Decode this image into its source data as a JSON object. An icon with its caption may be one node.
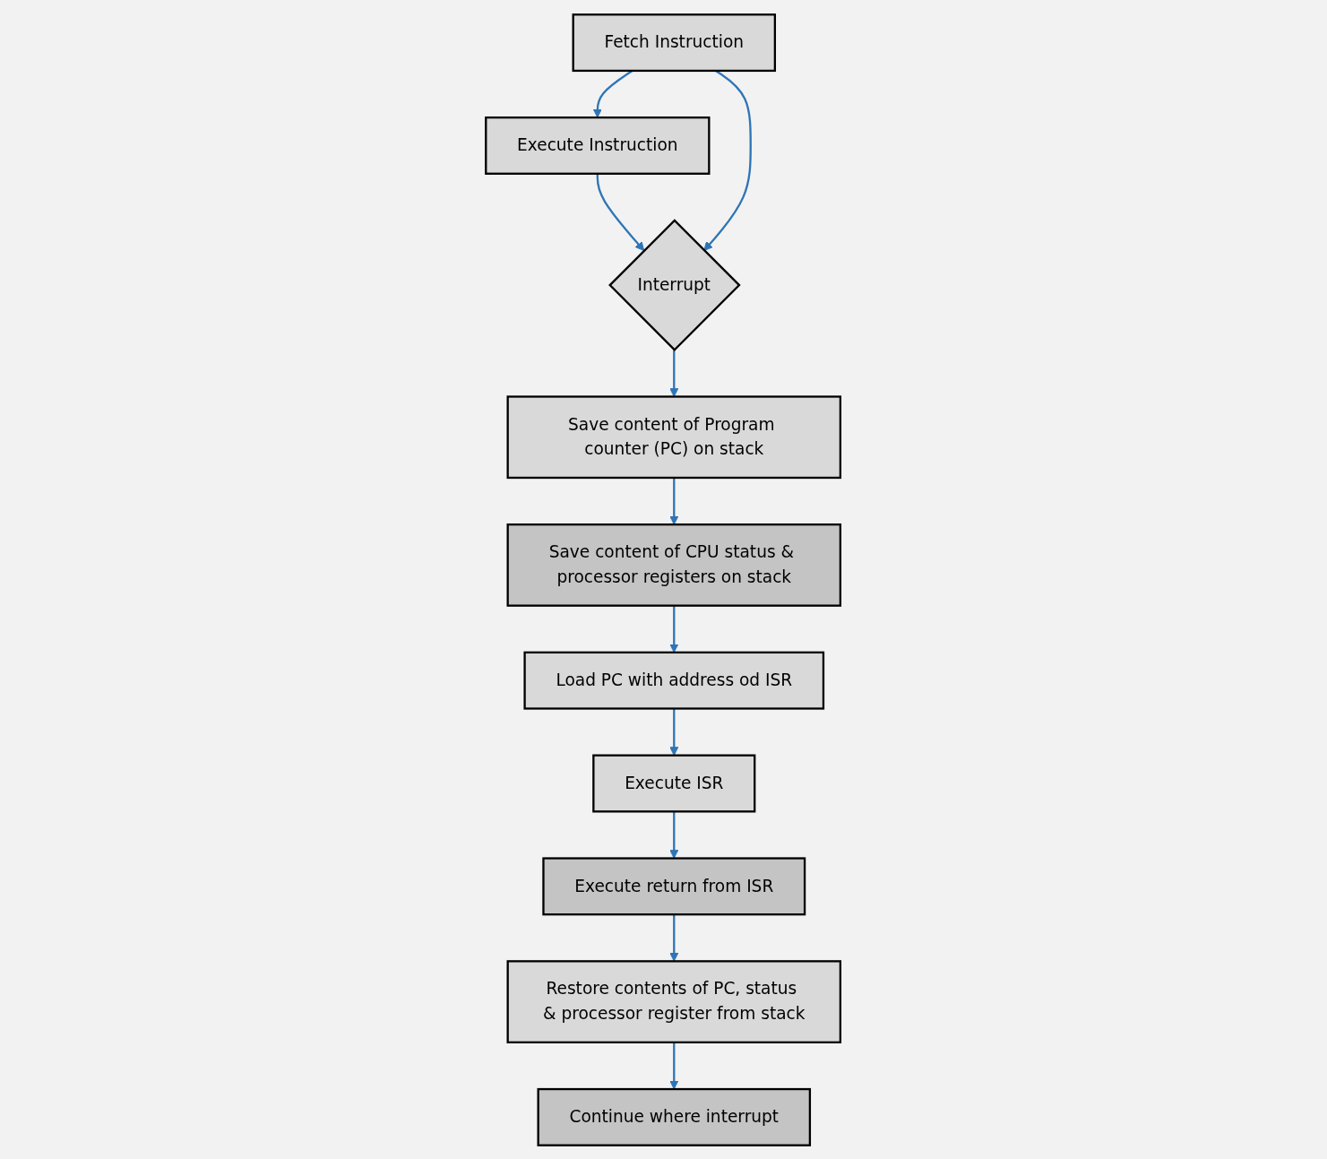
{
  "diagram": {
    "nodes": [
      {
        "text": [
          "Fetch Instruction"
        ]
      },
      {
        "text": [
          "Execute Instruction"
        ]
      },
      {
        "text": [
          "Interrupt"
        ]
      },
      {
        "text": [
          "Save content of Program counter (PC) on stack"
        ]
      },
      {
        "text": [
          "Save content of CPU status & processor registers on stack"
        ]
      },
      {
        "text": [
          "Load PC with address od ISR"
        ]
      },
      {
        "text": [
          "Execute ISR"
        ]
      },
      {
        "text": [
          "Execute return from ISR"
        ]
      },
      {
        "text": [
          "Restore contents of PC, status & processor register from stack"
        ]
      },
      {
        "text": [
          "Continue where interrupt"
        ]
      }
    ],
    "edges": [
      {
        "from": 0,
        "to": 1,
        "arrow": "to"
      },
      {
        "from": 1,
        "to": 2,
        "arrow": "to"
      },
      {
        "from": 0,
        "to": 2,
        "arrow": "to"
      },
      {
        "from": 2,
        "to": 3,
        "arrow": "to"
      },
      {
        "from": 3,
        "to": 4,
        "arrow": "to"
      },
      {
        "from": 4,
        "to": 5,
        "arrow": "to"
      },
      {
        "from": 5,
        "to": 6,
        "arrow": "to"
      },
      {
        "from": 6,
        "to": 7,
        "arrow": "to"
      },
      {
        "from": 7,
        "to": 8,
        "arrow": "to"
      },
      {
        "from": 8,
        "to": 9,
        "arrow": "to"
      }
    ]
  }
}
